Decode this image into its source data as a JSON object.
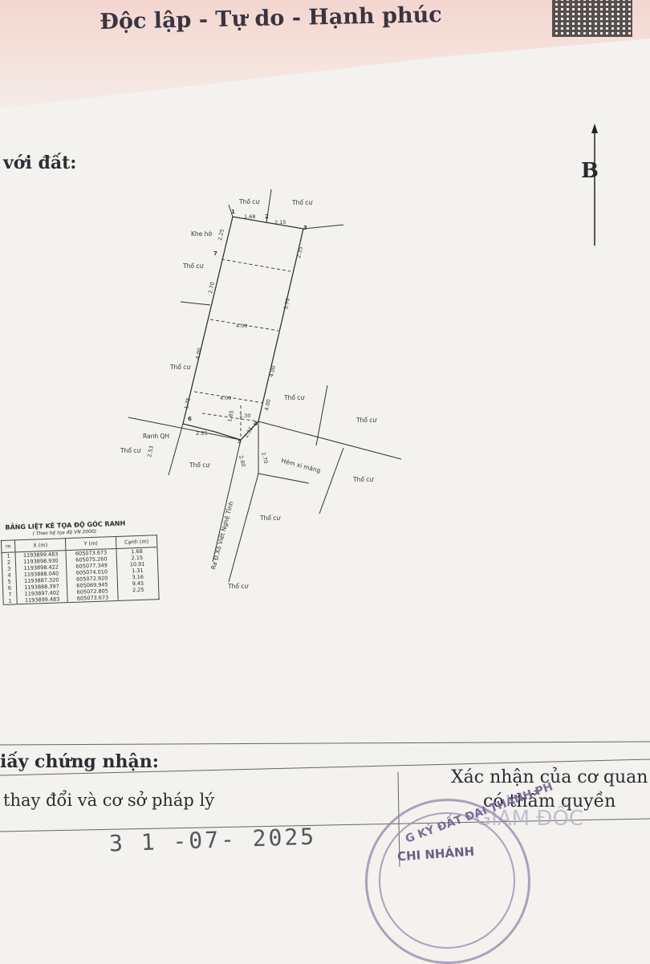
{
  "header": {
    "title": "Độc lập - Tự do - Hạnh phúc"
  },
  "section": {
    "label": "với đất:"
  },
  "compass": {
    "north": "B"
  },
  "plan": {
    "labels": {
      "tho_cu": "Thổ cư",
      "tho_cu_alt": "Thổ cư",
      "khe_ho": "Khe hở",
      "ranh_qh": "Ranh QH",
      "hem_xi_mang": "Hẻm xi măng",
      "street": "Ra Đ.Xô Viết Nghệ Tĩnh"
    },
    "dimensions": {
      "d1": "1.68",
      "d2": "2.15",
      "d3": "2.25",
      "d4": "2.35",
      "d5": "2.70",
      "d6": "4.00",
      "d7": "3.70",
      "d8": "4.00",
      "d9": "4.00",
      "d10": "4.00",
      "d11": "4.00",
      "d12": "1.75",
      "d13": "1.65",
      "d14": "1.30",
      "d15": "2.55",
      "d16": "1.31",
      "d17": "2.53",
      "d18": "2.70",
      "d19": "2.60",
      "d20": "4.00"
    },
    "points": {
      "p1": "1",
      "p2": "2",
      "p3": "3",
      "p4": "4",
      "p5": "5",
      "p6": "6",
      "p7": "7"
    }
  },
  "coord_table": {
    "title": "BẢNG LIỆT KÊ TỌA ĐỘ GÓC RANH",
    "subtitle": "( Theo hệ tọa độ VN 2000)",
    "headers": {
      "idx": "m",
      "x": "X (m)",
      "y": "Y (m)",
      "canh": "Cạnh (m)"
    },
    "rows": [
      {
        "idx": "1",
        "x": "1193899.483",
        "y": "605073.673",
        "c": "1.68"
      },
      {
        "idx": "2",
        "x": "1193898.930",
        "y": "605075.260",
        "c": "2.15"
      },
      {
        "idx": "3",
        "x": "1193898.422",
        "y": "605077.349",
        "c": "10.91"
      },
      {
        "idx": "4",
        "x": "1193888.040",
        "y": "605074.010",
        "c": "1.31"
      },
      {
        "idx": "5",
        "x": "1193887.320",
        "y": "605072.920",
        "c": "3.16"
      },
      {
        "idx": "6",
        "x": "1193888.397",
        "y": "605069.945",
        "c": "9.45"
      },
      {
        "idx": "7",
        "x": "1193897.402",
        "y": "605072.805",
        "c": "2.25"
      },
      {
        "idx": "1",
        "x": "1193899.483",
        "y": "605073.673",
        "c": ""
      }
    ]
  },
  "footer": {
    "heading": "iấy chứng nhận:",
    "left_text": "thay đổi và cơ sở pháp lý",
    "right_line1": "Xác nhận của cơ quan",
    "right_line2": "có thẩm quyền",
    "date": "3 1 -07- 2025",
    "seal_text": "CHI NHÁNH",
    "seal_arc": "G KÝ ĐẤT ĐAI THÀNH PH",
    "faint_stamp": "GIÁM ĐỐC"
  }
}
